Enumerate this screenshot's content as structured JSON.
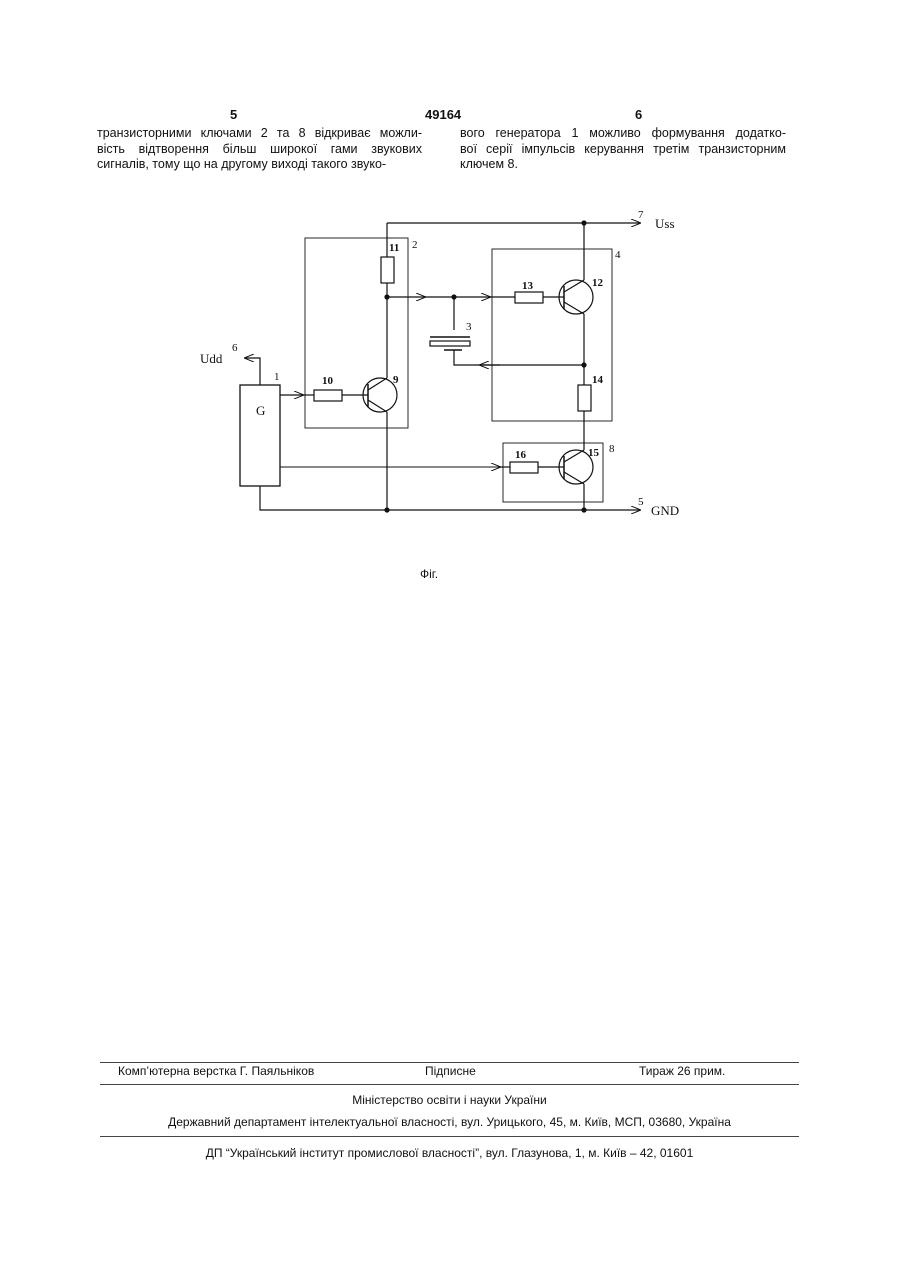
{
  "header": {
    "page_left": "5",
    "patent_number": "49164",
    "page_right": "6"
  },
  "text": {
    "left_column": [
      "транзисторними ключами 2 та 8 відкриває можли-",
      "вість відтворення більш широкої гами звукових",
      "сигналів, тому що на другому виході такого звуко-"
    ],
    "right_column": [
      "вого генератора 1 можливо формування додатко-",
      "вої серії імпульсів керування третім транзисторним",
      "ключем 8."
    ]
  },
  "figure": {
    "caption": "Фіг.",
    "labels": {
      "uss": "Uss",
      "udd": "Udd",
      "gnd": "GND",
      "generator": "G",
      "n1": "1",
      "n2": "2",
      "n3": "3",
      "n4": "4",
      "n5": "5",
      "n6": "6",
      "n7": "7",
      "n8": "8",
      "n9": "9",
      "n10": "10",
      "n11": "11",
      "n12": "12",
      "n13": "13",
      "n14": "14",
      "n15": "15",
      "n16": "16"
    }
  },
  "footer": {
    "layout_credit": "Комп’ютерна верстка Г. Паяльніков",
    "signed": "Підписне",
    "circulation": "Тираж 26 прим.",
    "ministry": "Міністерство освіти і науки України",
    "department": "Державний департамент інтелектуальної власності, вул. Урицького, 45, м. Київ, МСП, 03680, Україна",
    "institute": "ДП “Український інститут промислової власності”, вул. Глазунова, 1, м. Київ – 42, 01601"
  }
}
